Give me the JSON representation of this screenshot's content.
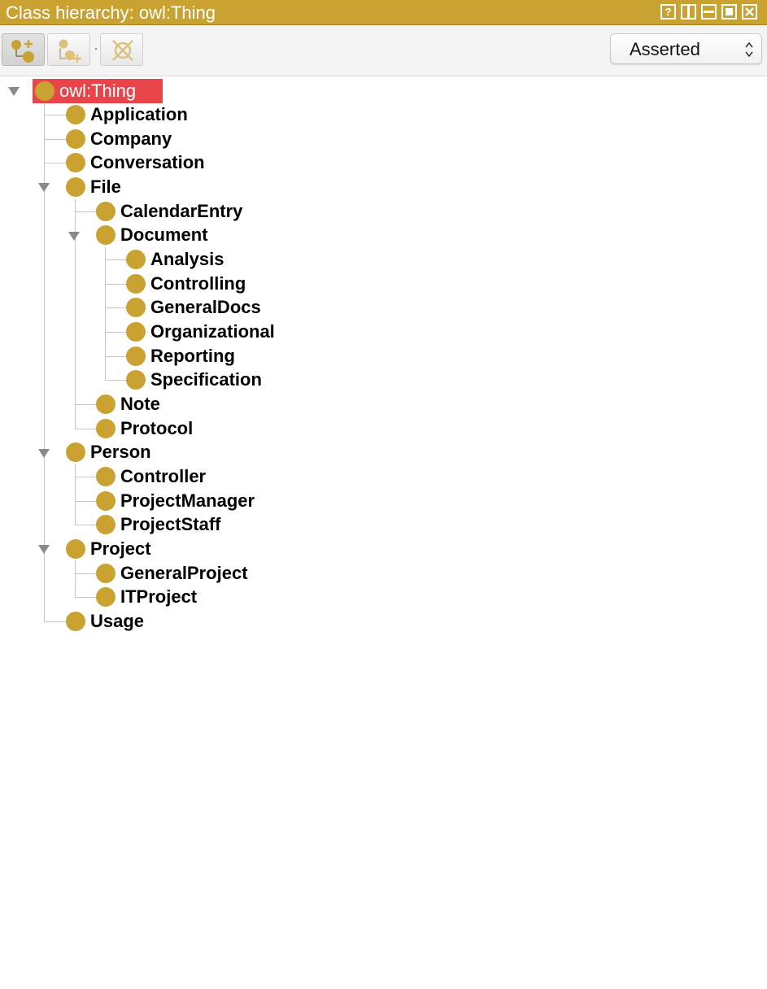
{
  "window": {
    "title": "Class hierarchy: owl:Thing",
    "controls": [
      "help",
      "split",
      "minimize",
      "maximize",
      "close"
    ]
  },
  "toolbar": {
    "add_subclass_icon": "add-subclass-icon",
    "add_sibling_icon": "add-sibling-icon",
    "delete_class_icon": "delete-class-icon",
    "view_mode": "Asserted"
  },
  "colors": {
    "accent": "#c9a232",
    "selection": "#e8454b",
    "tree_line": "#c6c6c6"
  },
  "tree": {
    "root": "owl:Thing",
    "nodes": {
      "application": "Application",
      "company": "Company",
      "conversation": "Conversation",
      "file": "File",
      "calendar_entry": "CalendarEntry",
      "document": "Document",
      "analysis": "Analysis",
      "controlling": "Controlling",
      "general_docs": "GeneralDocs",
      "organizational": "Organizational",
      "reporting": "Reporting",
      "specification": "Specification",
      "note": "Note",
      "protocol": "Protocol",
      "person": "Person",
      "controller": "Controller",
      "project_manager": "ProjectManager",
      "project_staff": "ProjectStaff",
      "project": "Project",
      "general_project": "GeneralProject",
      "it_project": "ITProject",
      "usage": "Usage"
    }
  }
}
